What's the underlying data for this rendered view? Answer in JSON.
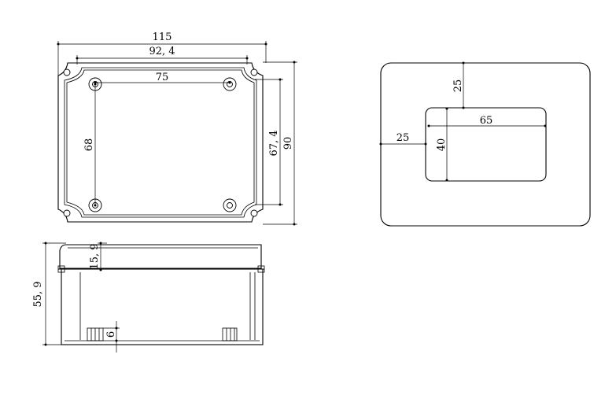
{
  "drawing": {
    "top_view": {
      "overall_width": "115",
      "flange_width": "92, 4",
      "hole_spacing_x": "75",
      "hole_spacing_y": "68",
      "inner_height": "67, 4",
      "overall_height": "90"
    },
    "side_view": {
      "lid_height": "15, 9",
      "total_height": "55, 9",
      "foot_height": "6"
    },
    "cutout_view": {
      "top_margin": "25",
      "left_margin": "25",
      "cutout_width": "65",
      "cutout_height": "40"
    }
  }
}
